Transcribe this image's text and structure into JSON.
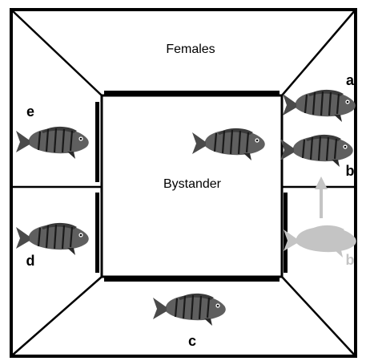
{
  "regions": {
    "females": "Females",
    "bystander": "Bystander"
  },
  "fish_labels": {
    "a": "a",
    "b": "b",
    "b_ghost": "b",
    "c": "c",
    "d": "d",
    "e": "e"
  },
  "colors": {
    "line": "#000000",
    "fish_body": "#5f5f5f",
    "fish_stripe": "#1a1a1a",
    "ghost": "#c4c4c4"
  },
  "icons": {
    "fish": "cichlid-fish-icon",
    "arrow": "arrow-up-icon"
  }
}
